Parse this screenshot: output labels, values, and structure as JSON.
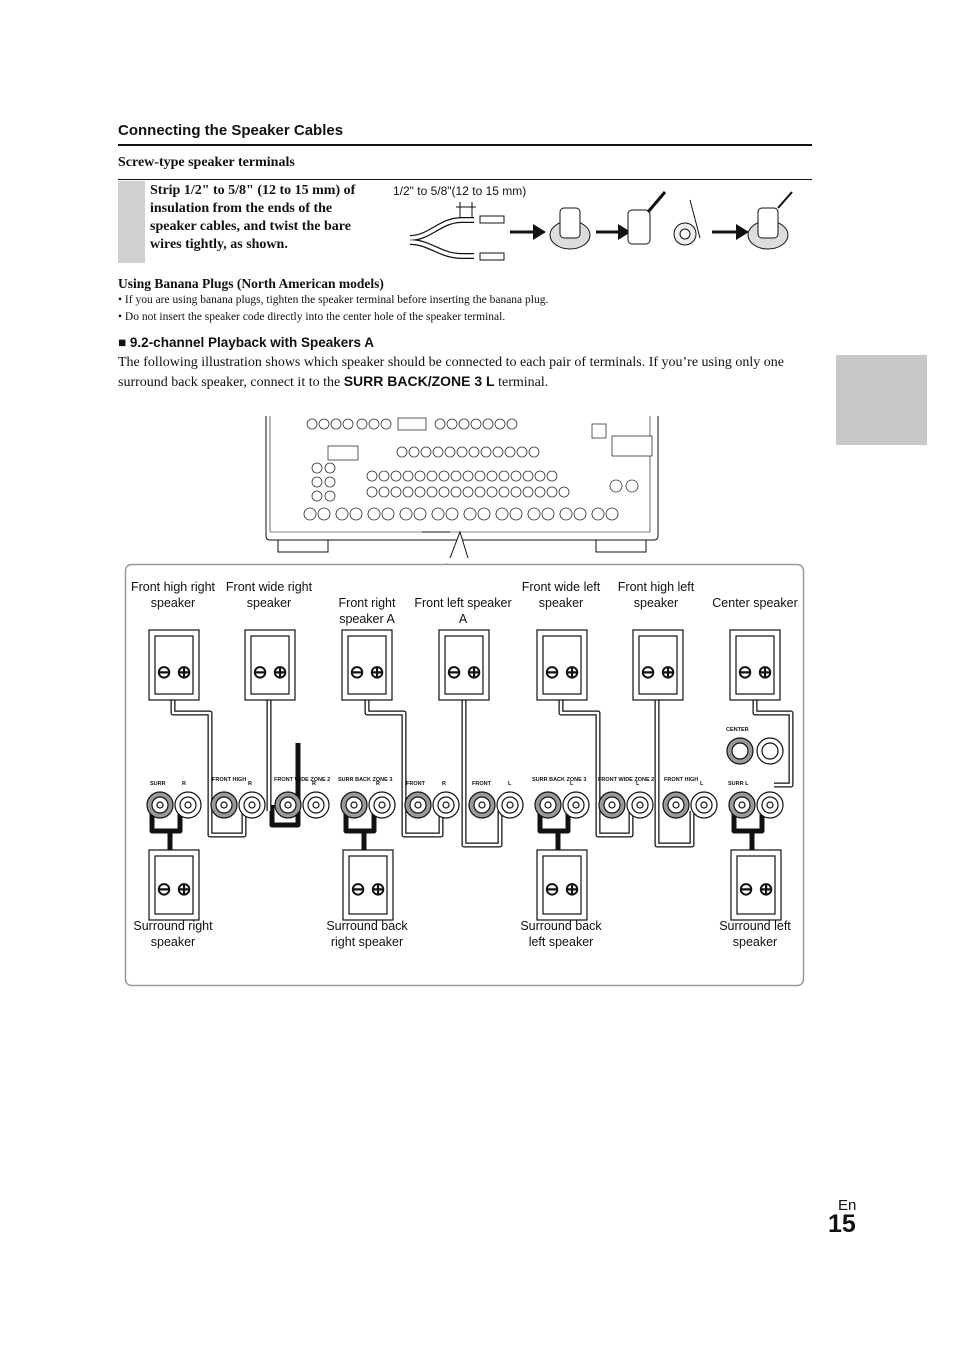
{
  "section_title": "Connecting the Speaker Cables",
  "screw_heading": "Screw-type speaker terminals",
  "strip_instruction": "Strip 1/2\" to 5/8\" (12 to 15 mm) of insulation from the ends of the speaker cables, and twist the bare wires tightly, as shown.",
  "strip_length_label": "1/2\" to 5/8\"(12 to 15 mm)",
  "banana_heading": "Using Banana Plugs (North American models)",
  "banana_bullets": [
    "If you are using banana plugs, tighten the speaker terminal before inserting the banana plug.",
    "Do not insert the speaker code directly into the center hole of the speaker terminal."
  ],
  "channel_heading_marker": "■",
  "channel_heading": "9.2-channel Playback with Speakers A",
  "body_text_before": "The following illustration shows which speaker should be connected to each pair of terminals. If you’re using only one surround back speaker, connect it to the ",
  "body_text_terminal": "SURR BACK/ZONE 3 L",
  "body_text_after": " terminal.",
  "top_speakers": [
    "Front high right speaker",
    "Front wide right speaker",
    "Front right speaker A",
    "Front left speaker A",
    "Front wide left speaker",
    "Front high left speaker",
    "Center speaker"
  ],
  "bottom_speakers": [
    "Surround right speaker",
    "Surround back right speaker",
    "Surround back left speaker",
    "Surround left speaker"
  ],
  "terminal_labels": [
    "SURR",
    "R",
    "FRONT HIGH",
    "R",
    "FRONT WIDE ZONE 2",
    "R",
    "SURR BACK ZONE 3",
    "R",
    "FRONT",
    "R",
    "FRONT",
    "L",
    "SURR BACK ZONE 3",
    "L",
    "FRONT WIDE ZONE 2",
    "L",
    "FRONT HIGH",
    "L",
    "SURR L"
  ],
  "center_terminal_label": "CENTER",
  "page_lang": "En",
  "page_number": "15"
}
